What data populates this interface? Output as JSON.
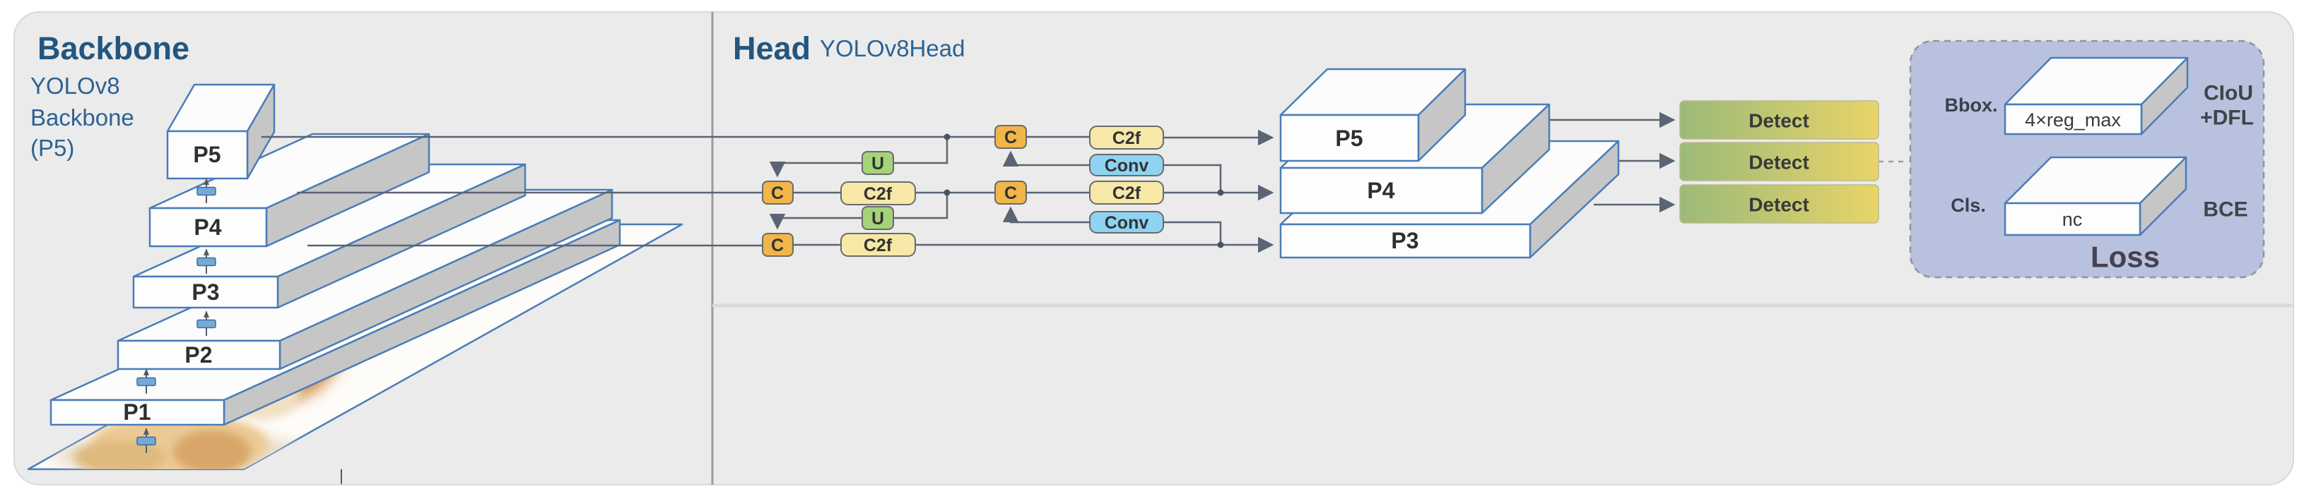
{
  "theme": {
    "page_bg": "#ffffff",
    "panel_bg": "#ebebeb",
    "divider": "#9b9b9b",
    "divider_light": "#d8d8d8",
    "title_color": "#23567f",
    "subtitle_color": "#2d6293",
    "slab_stroke": "#4a7cb8",
    "slab_front": "#fdfdfd",
    "slab_side": "#c6c6c6",
    "line_color": "#5a6474",
    "concat_fill": "#f0b64a",
    "c2f_fill": "#f7e8a8",
    "upsample_fill": "#a5d378",
    "conv_fill": "#8ed4f2",
    "downsample_fill": "#74a9d8",
    "detect_green": "#9cba79",
    "detect_yellow": "#e8d469",
    "loss_panel_fill": "#b8c1de"
  },
  "backbone": {
    "title": "Backbone",
    "subtitle_lines": [
      "YOLOv8",
      "Backbone",
      "(P5)"
    ],
    "levels": [
      "P5",
      "P4",
      "P3",
      "P2",
      "P1"
    ]
  },
  "head": {
    "title": "Head",
    "subtitle": "YOLOv8Head",
    "pyramid_levels": [
      "P5",
      "P4",
      "P3"
    ],
    "detect_label": "Detect"
  },
  "nodes": {
    "concat_label": "C",
    "c2f_label": "C2f",
    "upsample_label": "U",
    "conv_label": "Conv"
  },
  "loss": {
    "bbox_label": "Bbox.",
    "cls_label": "Cls.",
    "reg_box_label": "4×reg_max",
    "nc_box_label": "nc",
    "ciou_line1": "CIoU",
    "ciou_line2": "+DFL",
    "bce_label": "BCE",
    "title": "Loss"
  }
}
